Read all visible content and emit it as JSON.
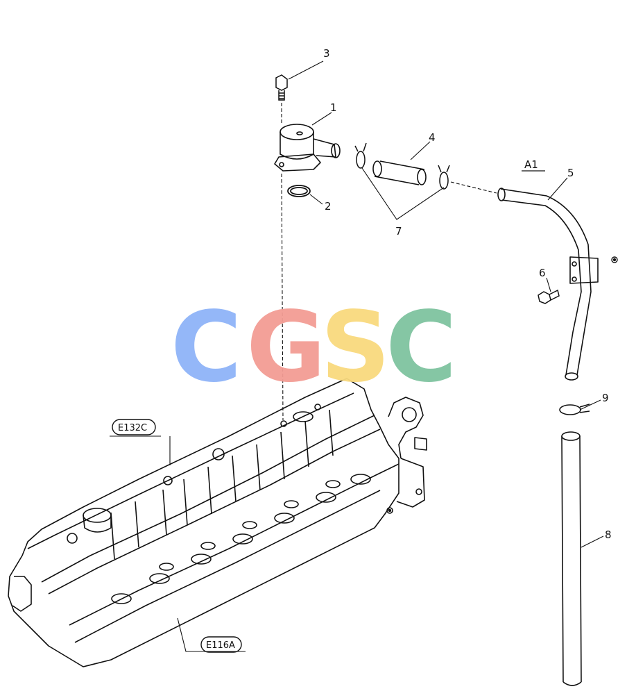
{
  "diagram": {
    "callouts": [
      {
        "id": "callout-1",
        "label": "1"
      },
      {
        "id": "callout-2",
        "label": "2"
      },
      {
        "id": "callout-3",
        "label": "3"
      },
      {
        "id": "callout-4",
        "label": "4"
      },
      {
        "id": "callout-5",
        "label": "5"
      },
      {
        "id": "callout-6",
        "label": "6"
      },
      {
        "id": "callout-7",
        "label": "7"
      },
      {
        "id": "callout-8",
        "label": "8"
      },
      {
        "id": "callout-9",
        "label": "9"
      }
    ],
    "section_marker": "A1",
    "references": {
      "upper": "E132C",
      "lower": "E116A"
    },
    "watermark": {
      "letters": [
        "C",
        "G",
        "S",
        "C"
      ],
      "colors": [
        "#8FB4F8",
        "#F39C94",
        "#F9DA7E",
        "#7FC3A0"
      ]
    }
  }
}
